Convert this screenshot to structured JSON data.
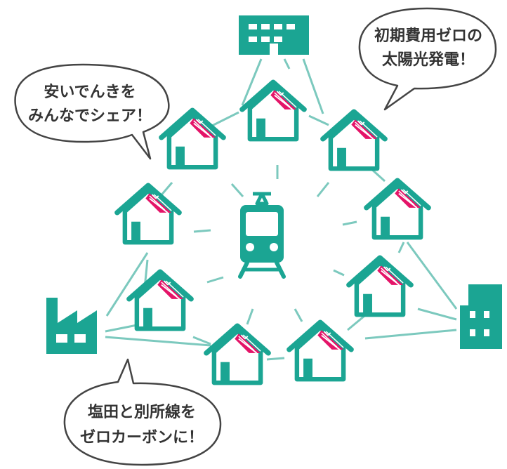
{
  "colors": {
    "teal": "#1ba593",
    "pink": "#e41468",
    "line": "#7cc9be",
    "bubble_stroke": "#444444",
    "text": "#333333"
  },
  "bubbles": {
    "top_left": {
      "line1": "安いでんきを",
      "line2": "みんなでシェア！"
    },
    "top_right": {
      "line1": "初期費用ゼロの",
      "line2": "太陽光発電！"
    },
    "bottom_left": {
      "line1": "塩田と別所線を",
      "line2": "ゼロカーボンに！"
    }
  },
  "icons": {
    "center": "train-icon",
    "house": "house-with-solar-panel-icon",
    "office": "office-building-icon",
    "factory": "factory-icon",
    "tower": "tall-building-icon"
  }
}
